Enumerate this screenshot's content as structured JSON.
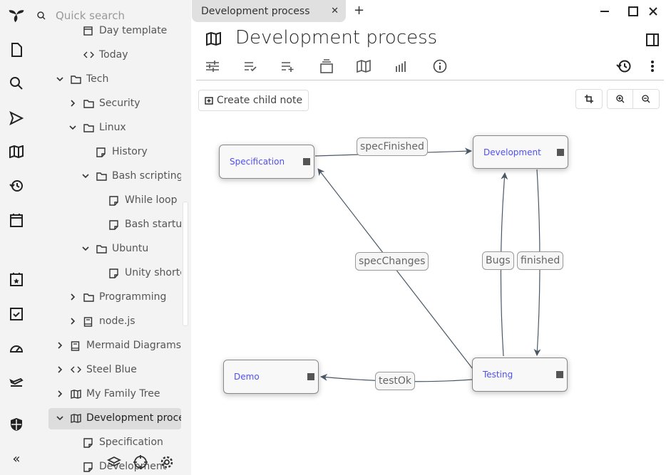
{
  "search": {
    "placeholder": "Quick search"
  },
  "tree": [
    {
      "label": "Day template",
      "level": 1,
      "icon": "template",
      "chevron": ""
    },
    {
      "label": "Today",
      "level": 1,
      "icon": "code",
      "chevron": ""
    },
    {
      "label": "Tech",
      "level": 0,
      "icon": "folder",
      "chevron": "down"
    },
    {
      "label": "Security",
      "level": 1,
      "icon": "folder",
      "chevron": "right"
    },
    {
      "label": "Linux",
      "level": 1,
      "icon": "folder",
      "chevron": "down"
    },
    {
      "label": "History",
      "level": 2,
      "icon": "note",
      "chevron": ""
    },
    {
      "label": "Bash scripting",
      "level": 2,
      "icon": "folder",
      "chevron": "down"
    },
    {
      "label": "While loop",
      "level": 3,
      "icon": "note",
      "chevron": ""
    },
    {
      "label": "Bash startup",
      "level": 3,
      "icon": "note",
      "chevron": ""
    },
    {
      "label": "Ubuntu",
      "level": 2,
      "icon": "folder",
      "chevron": "down"
    },
    {
      "label": "Unity shortcuts",
      "level": 3,
      "icon": "note",
      "chevron": ""
    },
    {
      "label": "Programming",
      "level": 1,
      "icon": "folder",
      "chevron": "right"
    },
    {
      "label": "node.js",
      "level": 1,
      "icon": "book",
      "chevron": "right"
    },
    {
      "label": "Mermaid Diagrams",
      "level": 0,
      "icon": "book",
      "chevron": "right"
    },
    {
      "label": "Steel Blue",
      "level": 0,
      "icon": "code",
      "chevron": "right"
    },
    {
      "label": "My Family Tree",
      "level": 0,
      "icon": "map",
      "chevron": "right"
    },
    {
      "label": "Development process",
      "level": 0,
      "icon": "map",
      "chevron": "down",
      "active": true
    },
    {
      "label": "Specification",
      "level": 1,
      "icon": "note",
      "chevron": ""
    },
    {
      "label": "Development",
      "level": 1,
      "icon": "note",
      "chevron": ""
    }
  ],
  "tab": {
    "title": "Development process"
  },
  "note": {
    "title": "Development process"
  },
  "toolbar": {
    "create_child": "Create child note"
  },
  "diagram": {
    "nodes": {
      "spec": "Specification",
      "dev": "Development",
      "demo": "Demo",
      "test": "Testing"
    },
    "edges": {
      "specFinished": "specFinished",
      "specChanges": "specChanges",
      "bugs": "Bugs",
      "finished": "finished",
      "testOk": "testOk"
    },
    "node_text_color": "#5050f0",
    "edge_color": "#4a5866"
  }
}
